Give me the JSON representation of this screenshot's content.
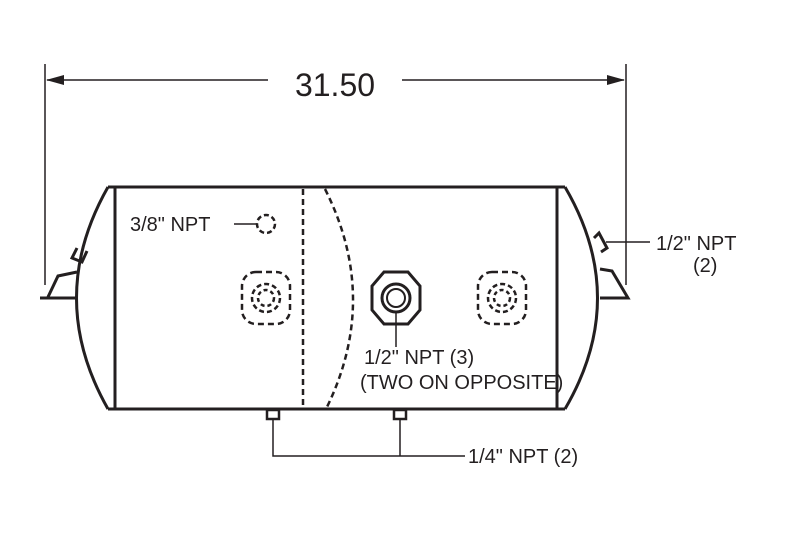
{
  "diagram": {
    "overall_length": "31.50",
    "labels": {
      "port_3_8": "3/8\" NPT",
      "port_end_line1": "1/2\" NPT",
      "port_end_line2": "(2)",
      "port_center_line1": "1/2\" NPT (3)",
      "port_center_line2": "(TWO  ON OPPOSITE)",
      "port_bottom": "1/4\" NPT (2)"
    },
    "line_color": "#231f20"
  }
}
